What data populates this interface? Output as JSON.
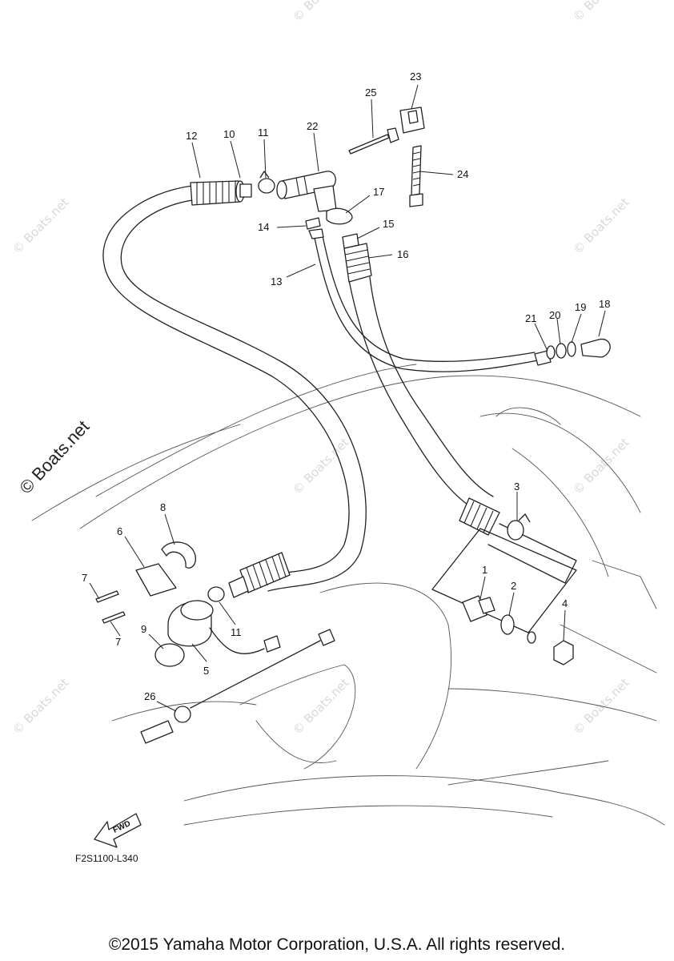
{
  "watermark_main": "© Boats.net",
  "watermark_small": "© Boats.net",
  "diagram_code": "F2S1100-L340",
  "fwd_label": "FWD",
  "copyright": "©2015 Yamaha Motor Corporation, U.S.A. All rights reserved.",
  "callouts": [
    "1",
    "2",
    "3",
    "4",
    "5",
    "6",
    "7",
    "8",
    "9",
    "10",
    "11",
    "12",
    "13",
    "14",
    "15",
    "16",
    "17",
    "18",
    "19",
    "20",
    "21",
    "22",
    "23",
    "24",
    "25",
    "26"
  ],
  "callout_repeat": [
    "7",
    "11"
  ]
}
